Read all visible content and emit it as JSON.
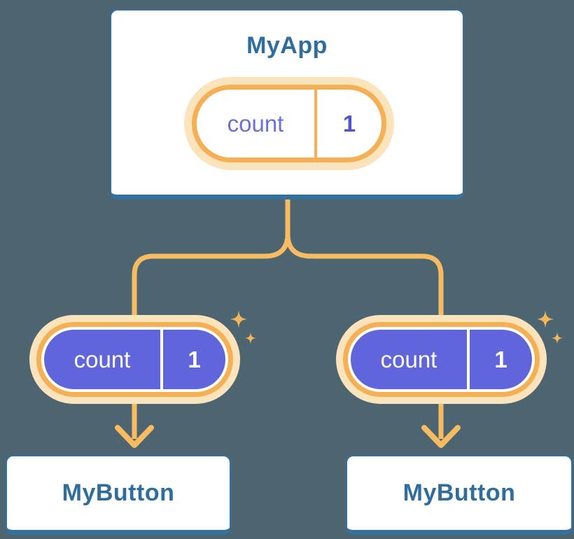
{
  "diagram": {
    "background_color": "#4C6570",
    "connector_color": "#F7BC62",
    "pill_border_color": "#F5AF54",
    "pill_glow_color": "#FBE3BB",
    "prop_pill_fill_color": "#6065DB",
    "card_border_color": "#35719F",
    "card_text_color": "#2F6D9E",
    "state_text_color": "#6B70DC",
    "root": {
      "title": "MyApp",
      "state": {
        "name": "count",
        "value": "1"
      }
    },
    "children": [
      {
        "title": "MyButton",
        "prop": {
          "name": "count",
          "value": "1"
        }
      },
      {
        "title": "MyButton",
        "prop": {
          "name": "count",
          "value": "1"
        }
      }
    ]
  }
}
